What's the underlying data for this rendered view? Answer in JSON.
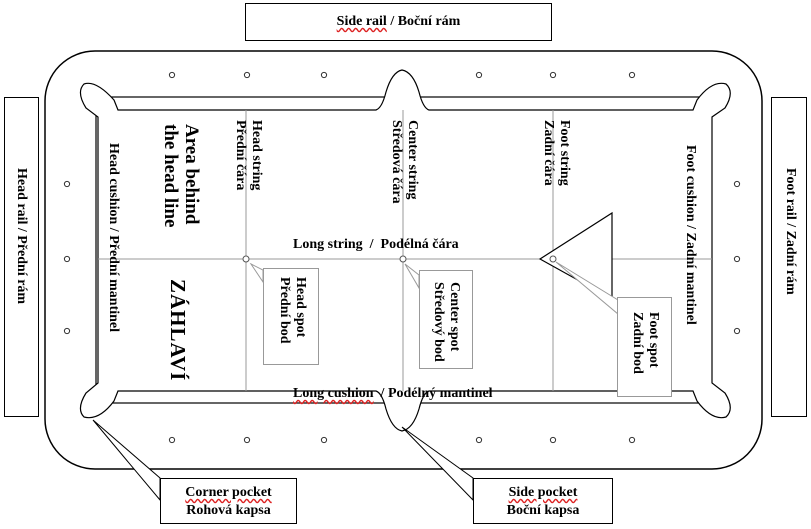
{
  "labels": {
    "side_rail": {
      "en": "Side rail",
      "sep": " / ",
      "cz": "Boční rám"
    },
    "head_rail": "Head rail  /  Přední rám",
    "foot_rail": "Foot rail  /  Zadní rám",
    "head_string": {
      "en": "Head string",
      "cz": "Přední čára"
    },
    "center_string": {
      "en": "Center string",
      "cz": "Středová čára"
    },
    "foot_string": {
      "en": "Foot string",
      "cz": "Zadní čára"
    },
    "head_cushion": "Head cushion  /  Přední mantinel",
    "foot_cushion": "Foot cushion  /  Zadní mantinel",
    "area_behind": {
      "line1": "Area behind",
      "line2": "the head line"
    },
    "zahlavi": "ZÁHLAVÍ",
    "long_string": {
      "en": "Long string",
      "sep": "  /  ",
      "cz": "Podélná čára"
    },
    "long_cushion": {
      "en": "Long cushion",
      "sep": "  / ",
      "cz": "Podélný mantinel"
    },
    "head_spot": {
      "en": "Head spot",
      "cz": "Přední bod"
    },
    "center_spot": {
      "en": "Center spot",
      "cz": "Středový bod"
    },
    "foot_spot": {
      "en": "Foot spot",
      "cz": "Zadní bod"
    },
    "corner_pocket": {
      "en": "Corner pocket",
      "cz": "Rohová kapsa"
    },
    "side_pocket": {
      "en": "Side pocket",
      "cz": "Boční kapsa"
    }
  }
}
